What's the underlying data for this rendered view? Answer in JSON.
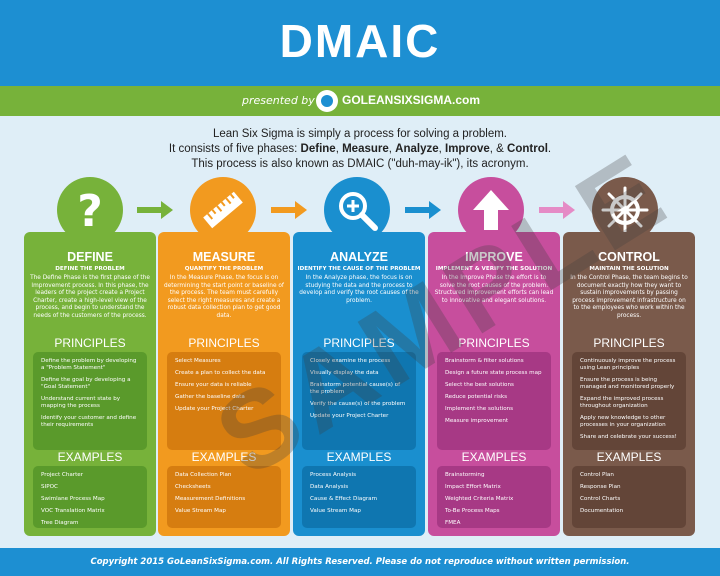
{
  "header": {
    "title": "DMAIC"
  },
  "presented": {
    "by": "presented by",
    "logo_text": "GOLEANSIXSIGMA.com"
  },
  "intro": {
    "line1": "Lean Six Sigma is simply a process for solving a problem.",
    "line2_prefix": "It consists of five phases: ",
    "phase_words": [
      "Define",
      "Measure",
      "Analyze",
      "Improve",
      "Control"
    ],
    "sep": ", ",
    "and": ", & ",
    "end": ".",
    "line3": "This process is also known as DMAIC (\"duh-may-ik\"), its acronym."
  },
  "colors": {
    "define": "#77b23a",
    "measure": "#f29a1f",
    "analyze": "#1a8fcf",
    "improve": "#c74e9d",
    "control": "#7a5a4b",
    "define_box": "#5a9a2b",
    "measure_box": "#d67d10",
    "analyze_box": "#0f76b0",
    "improve_box": "#a73985",
    "control_box": "#634538"
  },
  "icons": [
    "question-icon",
    "ruler-icon",
    "magnifier-icon",
    "up-arrow-icon",
    "ship-wheel-icon"
  ],
  "phases": [
    {
      "title": "DEFINE",
      "subtitle": "DEFINE THE PROBLEM",
      "desc": "The Define Phase is the first phase of the Improvement process. In this phase, the leaders of the project create a Project Charter, create a high-level view of the process, and begin to understand the needs of the customers of the process.",
      "principles_title": "PRINCIPLES",
      "principles": [
        "Define the problem by developing a \"Problem Statement\"",
        "Define the goal by developing a \"Goal Statement\"",
        "Understand current state by mapping the process",
        "Identify your customer and define their requirements"
      ],
      "examples_title": "EXAMPLES",
      "examples": [
        "Project Charter",
        "SIPOC",
        "Swimlane Process Map",
        "VOC Translation Matrix",
        "Tree Diagram"
      ]
    },
    {
      "title": "MEASURE",
      "subtitle": "QUANTIFY THE PROBLEM",
      "desc": "In the Measure Phase, the focus is on determining the start point or baseline of the process. The team must carefully select the right measures and create a robust data collection plan to get good data.",
      "principles_title": "PRINCIPLES",
      "principles": [
        "Select Measures",
        "Create a plan to collect the data",
        "Ensure your data is reliable",
        "Gather the baseline data",
        "Update your Project Charter"
      ],
      "examples_title": "EXAMPLES",
      "examples": [
        "Data Collection Plan",
        "Checksheets",
        "Measurement Definitions",
        "Value Stream Map"
      ]
    },
    {
      "title": "ANALYZE",
      "subtitle": "IDENTIFY THE CAUSE OF THE PROBLEM",
      "desc": "In the Analyze phase, the focus is on studying the data and the process to develop and verify the root causes of the problem.",
      "principles_title": "PRINCIPLES",
      "principles": [
        "Closely examine the process",
        "Visually display the data",
        "Brainstorm potential cause(s) of the problem",
        "Verify the cause(s) of the problem",
        "Update your Project Charter"
      ],
      "examples_title": "EXAMPLES",
      "examples": [
        "Process Analysis",
        "Data Analysis",
        "Cause & Effect Diagram",
        "Value Stream Map"
      ]
    },
    {
      "title": "IMPROVE",
      "subtitle": "IMPLEMENT & VERIFY THE SOLUTION",
      "desc": "In the Improve Phase the effort is to solve the root causes of the problem. Structured improvement efforts can lead to innovative and elegant solutions.",
      "principles_title": "PRINCIPLES",
      "principles": [
        "Brainstorm & filter solutions",
        "Design a future state process map",
        "Select the best solutions",
        "Reduce potential risks",
        "Implement the solutions",
        "Measure improvement"
      ],
      "examples_title": "EXAMPLES",
      "examples": [
        "Brainstorming",
        "Impact Effort Matrix",
        "Weighted Criteria Matrix",
        "To-Be Process Maps",
        "FMEA"
      ]
    },
    {
      "title": "CONTROL",
      "subtitle": "MAINTAIN THE SOLUTION",
      "desc": "In the Control Phase, the team begins to document exactly how they want to sustain improvements by passing process improvement infrastructure on to the employees who work within the process.",
      "principles_title": "PRINCIPLES",
      "principles": [
        "Continuously improve the process using Lean principles",
        "Ensure the process is being managed and monitored properly",
        "Expand the improved process throughout organization",
        "Apply new knowledge to other processes in your organization",
        "Share and celebrate your success!"
      ],
      "examples_title": "EXAMPLES",
      "examples": [
        "Control Plan",
        "Response Plan",
        "Control Charts",
        "Documentation"
      ]
    }
  ],
  "footer": {
    "text": "Copyright 2015 GoLeanSixSigma.com. All Rights Reserved. Please do not reproduce without written permission."
  },
  "watermark": "SAMPLE"
}
